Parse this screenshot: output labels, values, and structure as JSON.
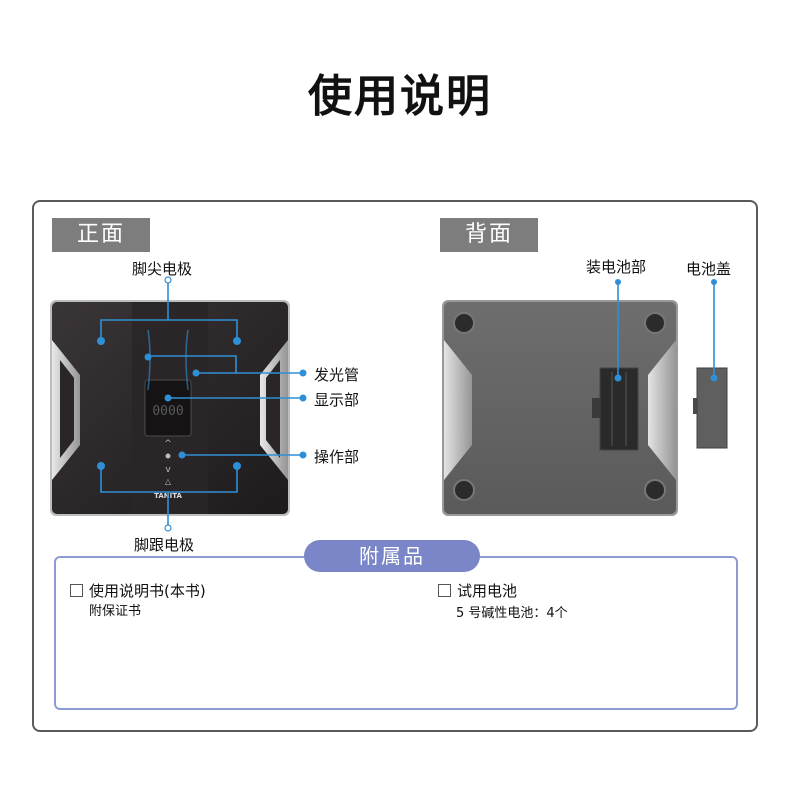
{
  "page": {
    "title": "使用说明"
  },
  "front": {
    "tab_label": "正面",
    "labels": {
      "toe_electrode": "脚尖电极",
      "heel_electrode": "脚跟电极",
      "led": "发光管",
      "display": "显示部",
      "controls": "操作部"
    },
    "brand_text": "TANITA",
    "display_digits": "0000"
  },
  "back": {
    "tab_label": "背面",
    "labels": {
      "battery_compartment": "装电池部",
      "battery_cover": "电池盖"
    }
  },
  "accessories": {
    "title": "附属品",
    "items": [
      {
        "name": "使用说明书(本书)",
        "note": "附保证书"
      },
      {
        "name": "试用电池",
        "note": "5 号碱性电池：4个"
      }
    ]
  },
  "colors": {
    "tab_gray": "#7d7d7d",
    "accent_blue": "#7a86c8",
    "border_blue": "#8d9bd3",
    "callout_blue": "#2f8fd6"
  }
}
